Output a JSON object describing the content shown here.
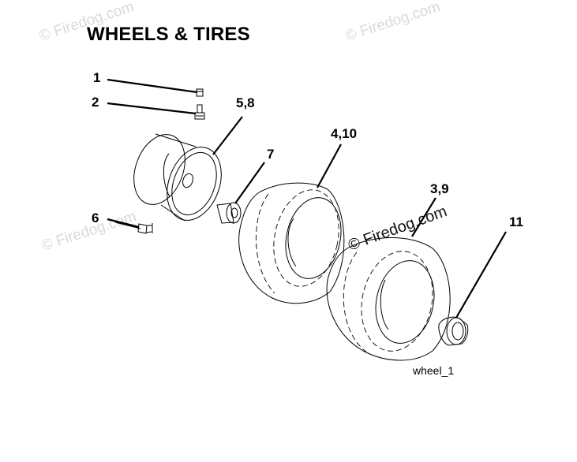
{
  "title": "WHEELS & TIRES",
  "figure_label": "wheel_1",
  "watermark": "© Firedog.com",
  "callouts": [
    "1",
    "2",
    "5,8",
    "7",
    "4,10",
    "6",
    "3,9",
    "11"
  ]
}
